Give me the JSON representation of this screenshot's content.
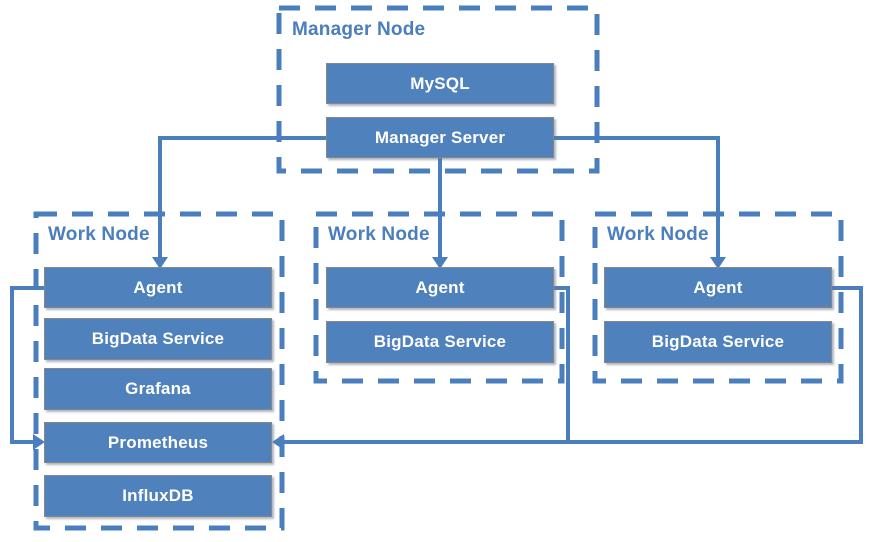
{
  "colors": {
    "accent_fill": "#4f81bd",
    "line": "#4a7ebc",
    "box_text": "#ffffff",
    "title_text": "#4a7ebc",
    "box_border": "#878787"
  },
  "manager_node": {
    "title": "Manager Node",
    "boxes": [
      "MySQL",
      "Manager Server"
    ]
  },
  "work_nodes": [
    {
      "title": "Work Node",
      "boxes": [
        "Agent",
        "BigData Service",
        "Grafana",
        "Prometheus",
        "InfluxDB"
      ]
    },
    {
      "title": "Work Node",
      "boxes": [
        "Agent",
        "BigData Service"
      ]
    },
    {
      "title": "Work Node",
      "boxes": [
        "Agent",
        "BigData Service"
      ]
    }
  ],
  "edges": [
    {
      "from": "Manager Server",
      "to": "Work Node 1 Agent",
      "style": "arrow"
    },
    {
      "from": "Manager Server",
      "to": "Work Node 2 Agent",
      "style": "arrow"
    },
    {
      "from": "Manager Server",
      "to": "Work Node 3 Agent",
      "style": "arrow"
    },
    {
      "from": "Work Node 1 Agent",
      "to": "Prometheus",
      "style": "arrow"
    },
    {
      "from": "Work Node 2 Agent",
      "to": "Prometheus",
      "style": "arrow"
    },
    {
      "from": "Work Node 3 Agent",
      "to": "Prometheus",
      "style": "arrow"
    }
  ]
}
